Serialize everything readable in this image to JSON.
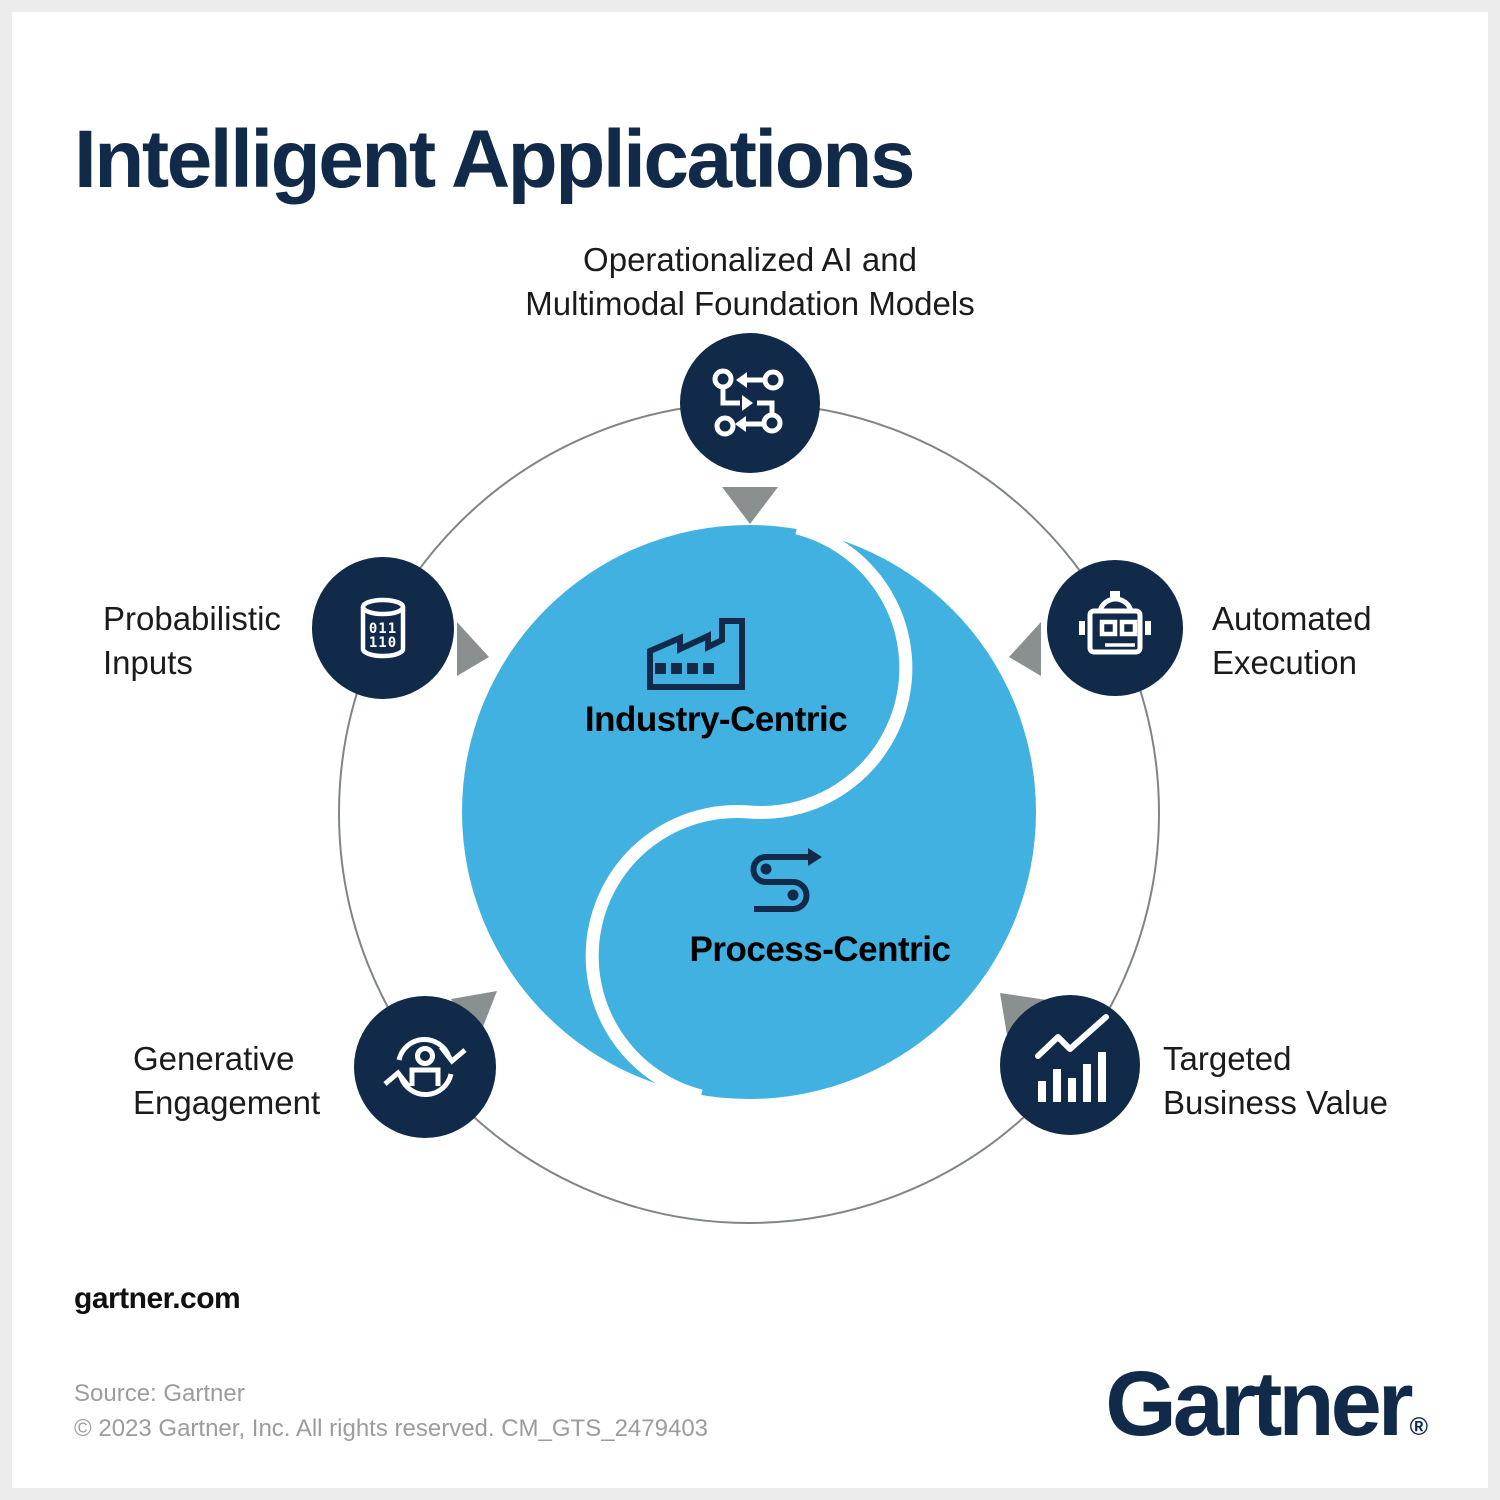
{
  "title": "Intelligent Applications",
  "colors": {
    "navy": "#112A4A",
    "core_blue": "#41B1E1",
    "ring_gray": "#7F8585",
    "arrow_gray": "#8A9090",
    "label_text": "#1B1B1B",
    "muted_gray": "#9C9C9C",
    "card_bg": "#FFFFFF",
    "frame_bg": "#ECECEC"
  },
  "core": {
    "industry": {
      "label": "Industry-Centric",
      "icon": "factory-icon"
    },
    "process": {
      "label": "Process-Centric",
      "icon": "process-flow-icon"
    }
  },
  "nodes": [
    {
      "id": "operationalized-ai",
      "position": "top",
      "label_line1": "Operationalized AI and",
      "label_line2": "Multimodal Foundation Models",
      "icon": "decision-routing-icon"
    },
    {
      "id": "probabilistic-inputs",
      "position": "left",
      "label_line1": "Probabilistic",
      "label_line2": "Inputs",
      "icon": "data-cylinder-icon"
    },
    {
      "id": "automated-execution",
      "position": "right",
      "label_line1": "Automated",
      "label_line2": "Execution",
      "icon": "robot-icon"
    },
    {
      "id": "generative-engagement",
      "position": "bottom-left",
      "label_line1": "Generative",
      "label_line2": "Engagement",
      "icon": "person-sync-icon"
    },
    {
      "id": "targeted-business-value",
      "position": "bottom-right",
      "label_line1": "Targeted",
      "label_line2": "Business Value",
      "icon": "bar-chart-growth-icon"
    }
  ],
  "footer": {
    "website": "gartner.com",
    "source_line": "Source: Gartner",
    "copyright_line": "© 2023 Gartner, Inc. All rights reserved. CM_GTS_2479403",
    "logo_text": "Gartner",
    "registered_mark": "®"
  }
}
